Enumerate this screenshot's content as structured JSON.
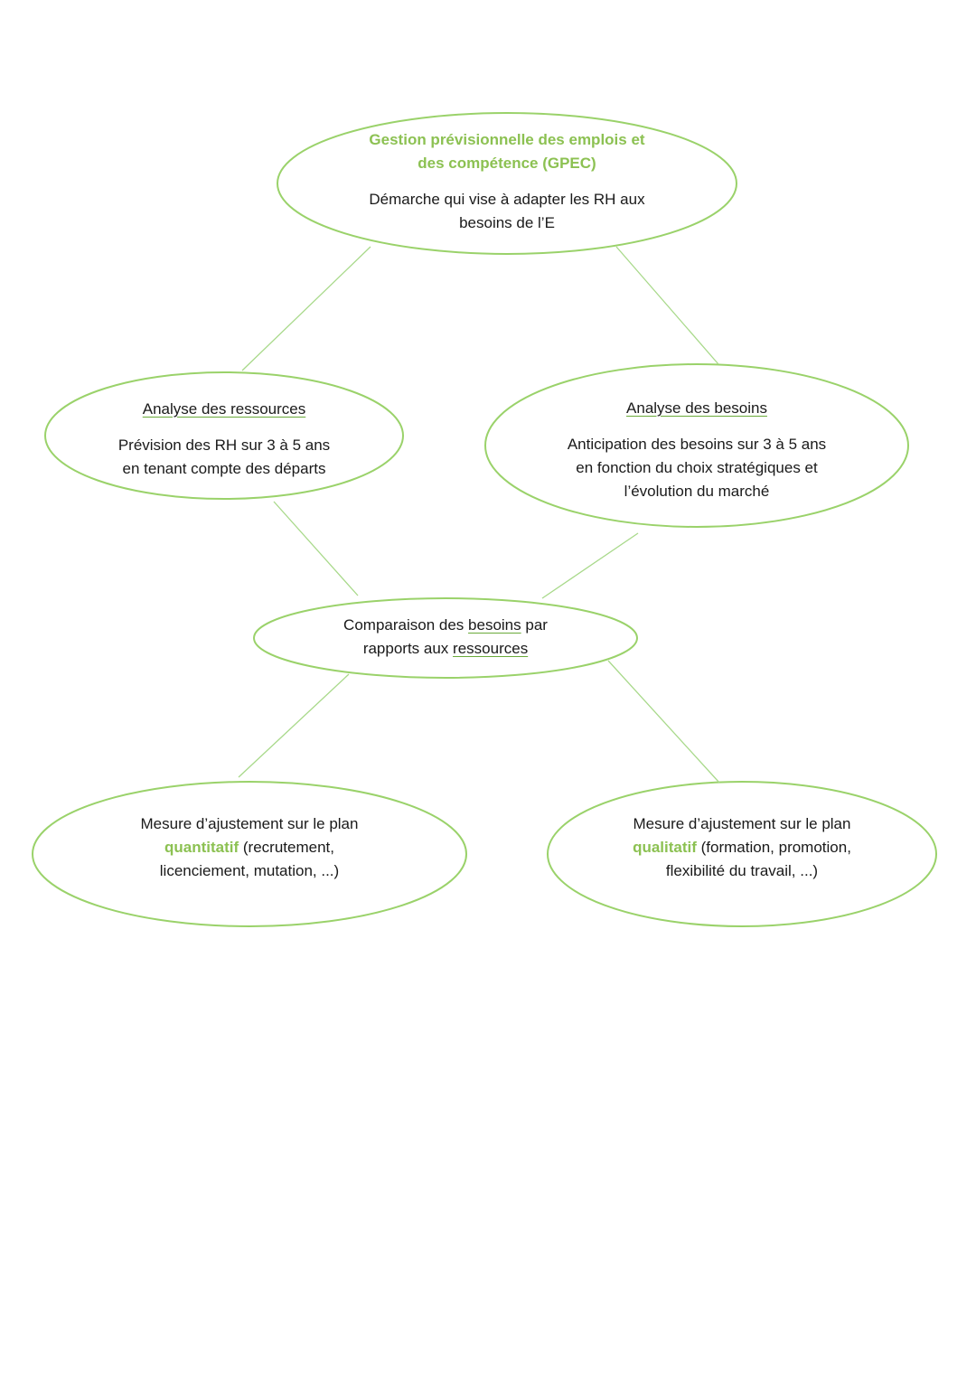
{
  "colors": {
    "ellipse_stroke": "#9ad26a",
    "connector": "#a8d98a",
    "accent_text": "#8cc152"
  },
  "gpec": {
    "title_line1": "Gestion prévisionnelle des emplois et",
    "title_line2": "des compétence (GPEC)",
    "desc_line1": "Démarche qui vise à adapter les RH aux",
    "desc_line2": "besoins de l’E"
  },
  "ressources": {
    "title": "Analyse des ressources",
    "line1": "Prévision des RH sur 3 à 5 ans",
    "line2": "en tenant compte des départs"
  },
  "besoins": {
    "title": "Analyse des besoins",
    "line1": "Anticipation des besoins sur 3 à 5 ans",
    "line2": "en fonction du choix stratégiques et",
    "line3": "l’évolution du marché"
  },
  "comparaison": {
    "part1": "Comparaison des",
    "word1": "besoins",
    "part2": "par",
    "part3": "rapports aux",
    "word2": "ressources"
  },
  "quantitatif": {
    "line1": "Mesure d’ajustement sur le plan",
    "keyword": "quantitatif",
    "line2_rest": "(recrutement,",
    "line3": "licenciement, mutation, ...)"
  },
  "qualitatif": {
    "line1": "Mesure d’ajustement sur le plan",
    "keyword": "qualitatif",
    "line2_rest": "(formation, promotion,",
    "line3": "flexibilité du travail, ...)"
  }
}
